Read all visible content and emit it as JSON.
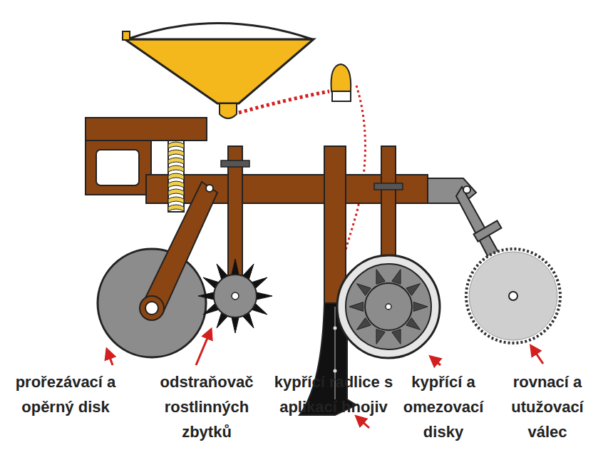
{
  "diagram": {
    "labels": [
      "prořezávací a opěrný disk",
      "odstraňovač rostlinných zbytků",
      "kypřící radlice s aplikací hnojiv",
      "kypřící a omezovací disky",
      "rovnací a utužovací válec"
    ]
  }
}
